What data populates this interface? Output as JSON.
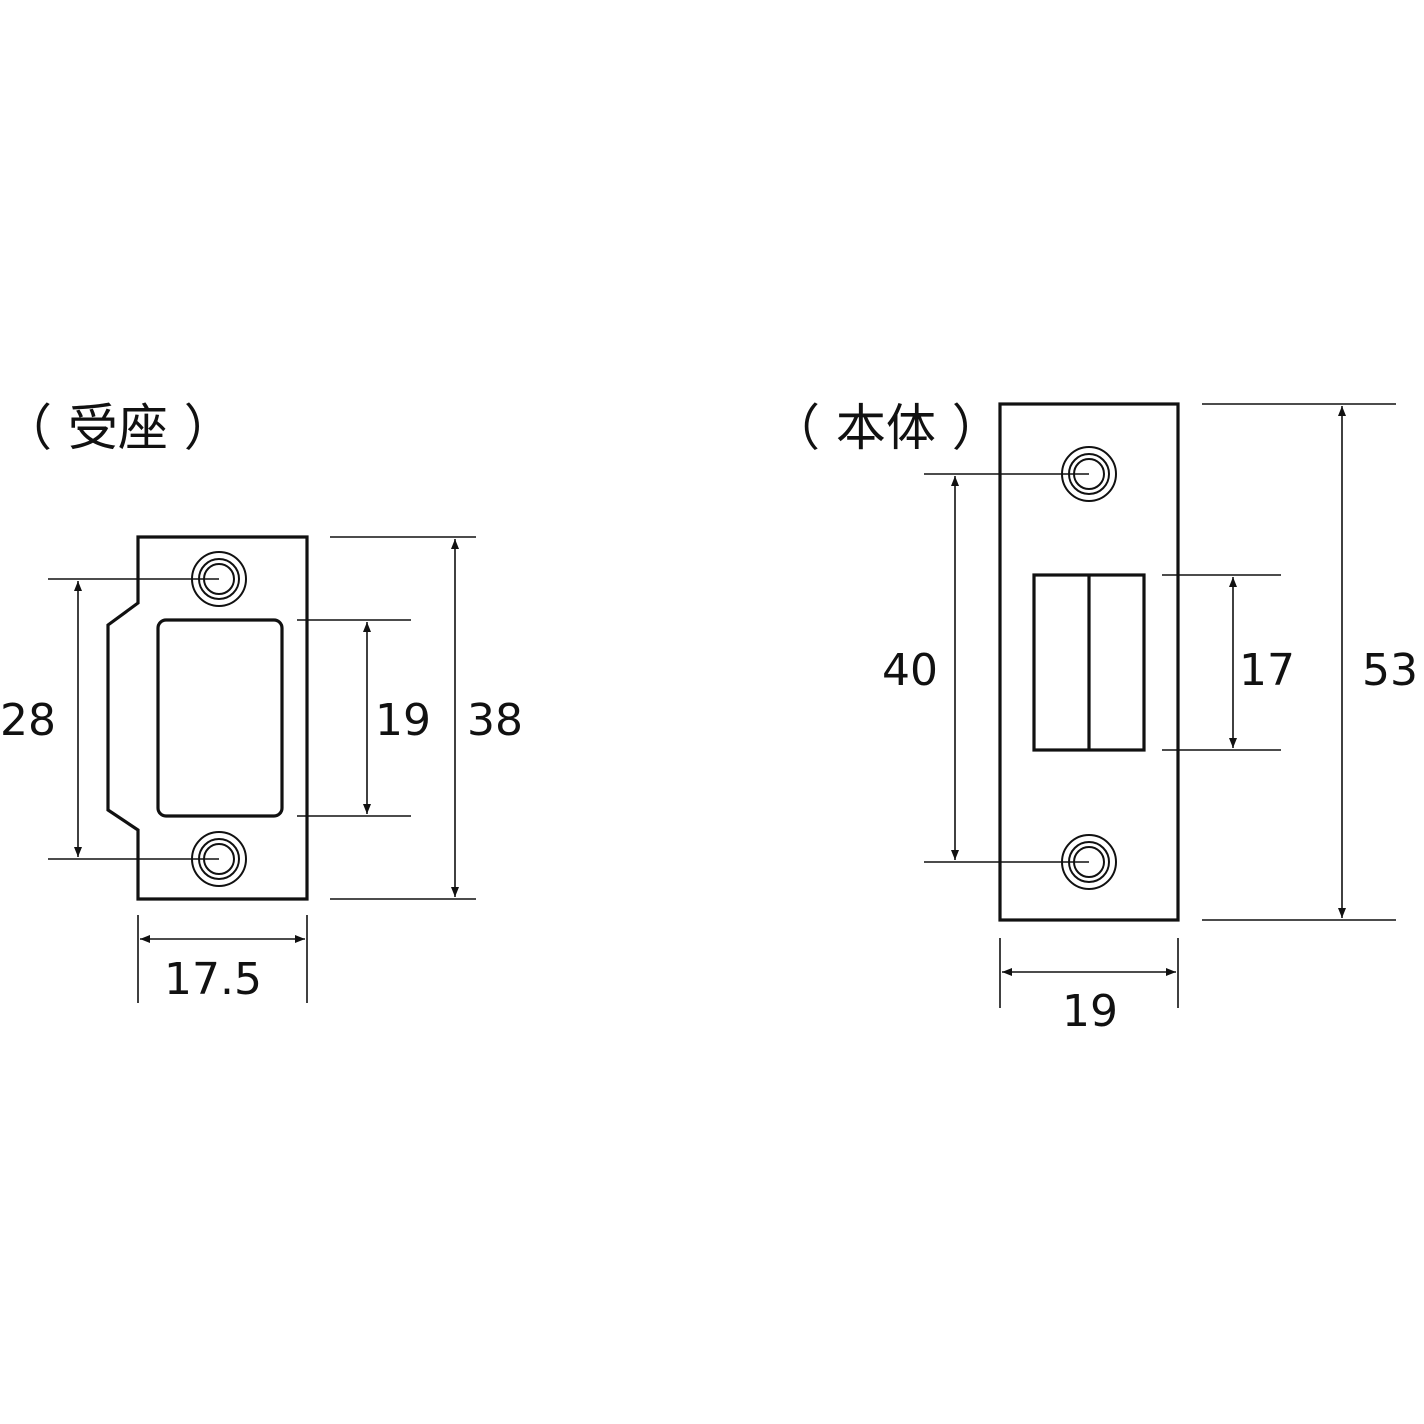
{
  "receiver": {
    "title": "（ 受座 ）",
    "dim_screw_pitch": "28",
    "dim_opening": "19",
    "dim_height": "38",
    "dim_width": "17.5"
  },
  "body": {
    "title": "（ 本体 ）",
    "dim_screw_pitch": "40",
    "dim_latch": "17",
    "dim_height": "53",
    "dim_width": "19"
  }
}
